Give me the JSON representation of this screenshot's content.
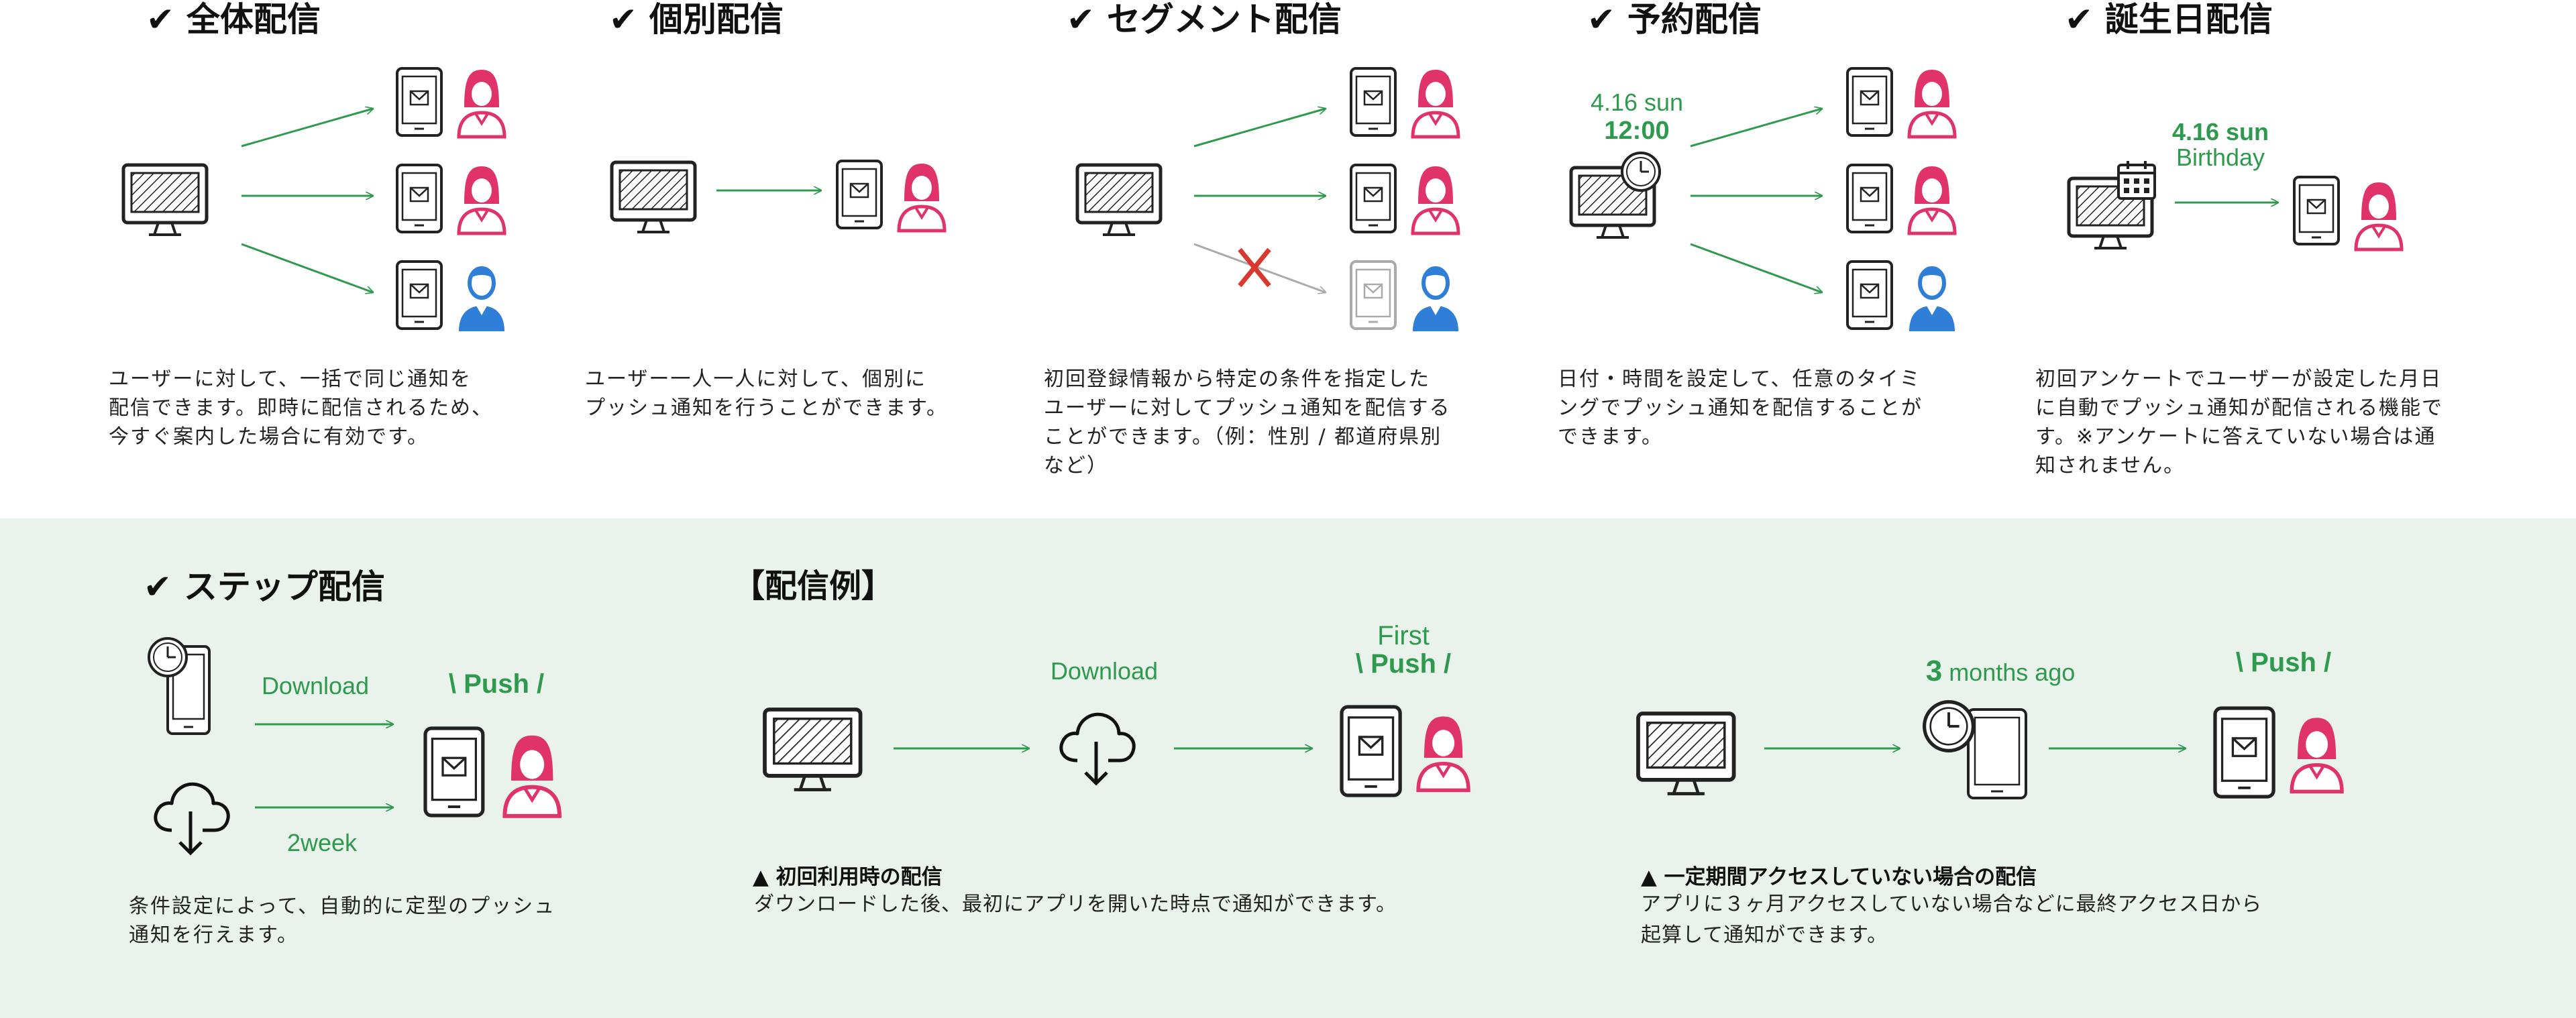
{
  "colors": {
    "green": "#2f9a4e",
    "pink": "#e0336a",
    "blue": "#2f7fd8",
    "red": "#d9382e",
    "band": "#e9f3ec",
    "outline": "#222222",
    "gray": "#aaaaaa"
  },
  "sections": {
    "all": {
      "title": "全体配信",
      "desc": "ユーザーに対して、一括で同じ通知を\n配信できます。即時に配信されるため、\n今すぐ案内した場合に有効です。"
    },
    "indiv": {
      "title": "個別配信",
      "desc": "ユーザー一人一人に対して、個別に\nプッシュ通知を行うことができます。"
    },
    "segment": {
      "title": "セグメント配信",
      "desc": "初回登録情報から特定の条件を指定した\nユーザーに対してプッシュ通知を配信する\nことができます。（例：性別 / 都道府県別\nなど）"
    },
    "schedule": {
      "title": "予約配信",
      "date": "4.16 sun",
      "time": "12:00",
      "desc": "日付・時間を設定して、任意のタイミ\nングでプッシュ通知を配信することが\nできます。"
    },
    "birthday": {
      "title": "誕生日配信",
      "date": "4.16 sun",
      "label": "Birthday",
      "desc": "初回アンケートでユーザーが設定した月日\nに自動でプッシュ通知が配信される機能で\nす。※アンケートに答えていない場合は通\n知されません。"
    },
    "step": {
      "title": "ステップ配信",
      "download": "Download",
      "push": "Push",
      "week": "2week",
      "desc": "条件設定によって、自動的に定型のプッシュ\n通知を行えます。"
    }
  },
  "examples": {
    "title": "【配信例】",
    "first": {
      "download": "Download",
      "first": "First",
      "push": "Push",
      "caption": "▲ 初回利用時の配信",
      "desc": "ダウンロードした後、最初にアプリを開いた時点で通知ができます。"
    },
    "inactive": {
      "num": "3",
      "ago": "months ago",
      "push": "Push",
      "caption": "▲ 一定期間アクセスしていない場合の配信",
      "desc": "アプリに３ヶ月アクセスしていない場合などに最終アクセス日から\n起算して通知ができます。"
    }
  },
  "icons": [
    "check-icon",
    "monitor-icon",
    "smartphone-icon",
    "mail-icon",
    "woman-icon",
    "man-icon",
    "clock-icon",
    "calendar-icon",
    "cloud-download-icon",
    "cross-icon"
  ]
}
